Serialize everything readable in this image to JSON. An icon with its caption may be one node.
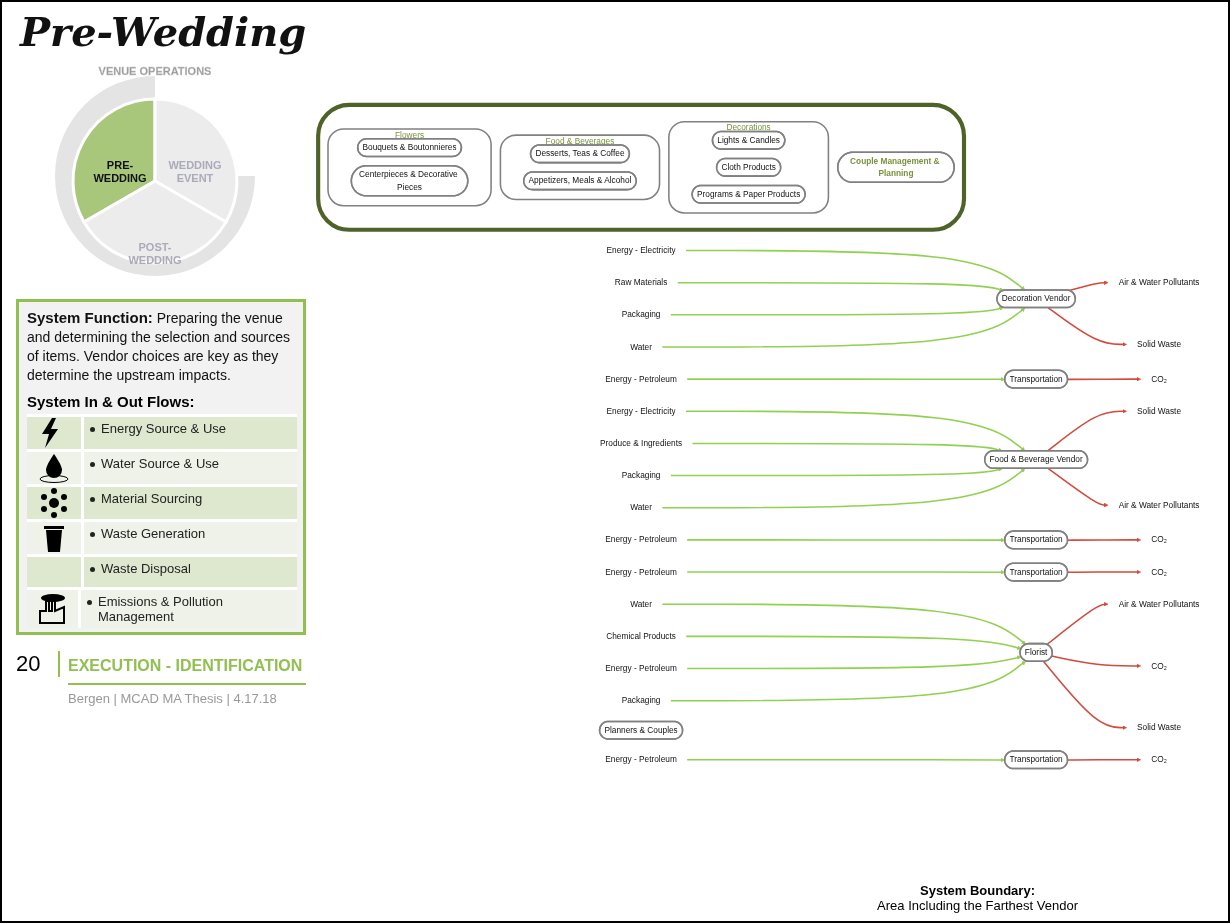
{
  "diagram": {
    "title": "Pre-Wedding",
    "nodes": [
      {
        "text": [
          "Air & Water Pollutants"
        ]
      },
      {
        "text": [
          "Energy - Electricity"
        ]
      },
      {
        "text": [
          "Raw Materials"
        ]
      },
      {
        "text": [
          "Solid Waste"
        ]
      },
      {
        "text": [
          "Packaging"
        ]
      },
      {
        "text": [
          "Water"
        ]
      },
      {
        "text": [
          "Decoration Vendor"
        ]
      },
      {
        "text": [
          "Transportation"
        ]
      },
      {
        "text": [
          "Energy - Petroleum"
        ]
      },
      {
        "text": [
          "CO₂"
        ]
      },
      {
        "text": [
          "Energy - Electricity"
        ]
      },
      {
        "text": [
          "Produce & Ingredients"
        ]
      },
      {
        "text": [
          "Solid Waste"
        ]
      },
      {
        "text": [
          "Packaging"
        ]
      },
      {
        "text": [
          "Air & Water Pollutants"
        ]
      },
      {
        "text": [
          "Food & Beverage Vendor"
        ]
      },
      {
        "text": [
          "Water"
        ]
      },
      {
        "text": [
          "Transportation"
        ]
      },
      {
        "text": [
          "Energy - Petroleum"
        ]
      },
      {
        "text": [
          "CO₂"
        ]
      },
      {
        "text": [
          "Energy - Petroleum"
        ]
      },
      {
        "text": [
          "CO₂"
        ]
      },
      {
        "text": [
          "Transportation"
        ]
      },
      {
        "text": [
          "Air & Water Pollutants"
        ]
      },
      {
        "text": [
          "Water"
        ]
      },
      {
        "text": [
          "Florist"
        ]
      },
      {
        "text": [
          "Chemical Products"
        ]
      },
      {
        "text": [
          "Energy - Petroleum"
        ]
      },
      {
        "text": [
          "CO₂"
        ]
      },
      {
        "text": [
          "Packaging"
        ]
      },
      {
        "text": [
          "Solid Waste"
        ]
      },
      {
        "text": [],
        "shape": "ellipse"
      },
      {
        "text": [
          "Decorations"
        ],
        "in": 31
      },
      {
        "text": [
          "Lights & Candles"
        ],
        "in": 32
      },
      {
        "text": [
          "Cloth Products"
        ],
        "in": 32
      },
      {
        "text": [
          "Programs & Paper Products"
        ],
        "in": 32
      },
      {
        "text": [
          "Food & Beverages"
        ],
        "in": 31
      },
      {
        "text": [
          "Desserts, Teas & Coffee"
        ],
        "in": 36
      },
      {
        "text": [
          "Appetizers, Meals & Alcohol"
        ],
        "in": 36
      },
      {
        "text": [
          "Flowers"
        ],
        "in": 31
      },
      {
        "text": [
          "Bouquets & Boutonnieres"
        ],
        "in": 39
      },
      {
        "text": [
          "Centerpieces & Decorative Pieces"
        ],
        "in": 39
      },
      {
        "text": [
          "Couple Management & Planning"
        ],
        "in": 31
      },
      {
        "text": [
          "Planners & Couples"
        ]
      },
      {
        "text": [
          "Transportation"
        ]
      },
      {
        "text": [
          "Energy - Petroleum"
        ]
      },
      {
        "text": [
          "CO₂"
        ]
      }
    ],
    "edges": [
      {
        "from": 6,
        "to": 0,
        "arrow": "to",
        "color": "#d24b3c"
      },
      {
        "from": 1,
        "to": 6,
        "arrow": "to"
      },
      {
        "from": 2,
        "to": 6,
        "arrow": "to"
      },
      {
        "from": 6,
        "to": 3,
        "arrow": "to",
        "color": "#d24b3c"
      },
      {
        "from": 4,
        "to": 6,
        "arrow": "to"
      },
      {
        "from": 5,
        "to": 6,
        "arrow": "to"
      },
      {
        "from": 8,
        "to": 7,
        "arrow": "to"
      },
      {
        "from": 7,
        "to": 9,
        "arrow": "to",
        "color": "#d24b3c"
      },
      {
        "from": 10,
        "to": 15,
        "arrow": "to"
      },
      {
        "from": 11,
        "to": 15,
        "arrow": "to"
      },
      {
        "from": 15,
        "to": 12,
        "arrow": "to",
        "color": "#d24b3c"
      },
      {
        "from": 13,
        "to": 15,
        "arrow": "to"
      },
      {
        "from": 15,
        "to": 14,
        "arrow": "to",
        "color": "#d24b3c"
      },
      {
        "from": 16,
        "to": 15,
        "arrow": "to"
      },
      {
        "from": 18,
        "to": 17,
        "arrow": "to"
      },
      {
        "from": 17,
        "to": 19,
        "arrow": "to",
        "color": "#d24b3c"
      },
      {
        "from": 20,
        "to": 22,
        "arrow": "to"
      },
      {
        "from": 22,
        "to": 21,
        "arrow": "to",
        "color": "#d24b3c"
      },
      {
        "from": 24,
        "to": 25,
        "arrow": "to"
      },
      {
        "from": 25,
        "to": 23,
        "arrow": "to",
        "color": "#d24b3c"
      },
      {
        "from": 26,
        "to": 25,
        "arrow": "to"
      },
      {
        "from": 27,
        "to": 25,
        "arrow": "to"
      },
      {
        "from": 25,
        "to": 28,
        "arrow": "to",
        "color": "#d24b3c"
      },
      {
        "from": 29,
        "to": 25,
        "arrow": "to"
      },
      {
        "from": 25,
        "to": 30,
        "arrow": "to",
        "color": "#d24b3c"
      },
      {
        "from": 45,
        "to": 44,
        "arrow": "to"
      },
      {
        "from": 44,
        "to": 46,
        "arrow": "to",
        "color": "#d24b3c"
      }
    ],
    "labels": [
      "VENUE OPERATIONS",
      "PRE-WEDDING",
      "WEDDING EVENT",
      "POST-WEDDING",
      "System Function:",
      "Preparing the venue and determining the selection and sources of items. Vendor choices are key as they determine the upstream impacts.",
      "System In & Out Flows:",
      "20",
      "EXECUTION - IDENTIFICATION",
      "Bergen | MCAD MA Thesis | 4.17.18",
      "System Boundary:",
      "Area Including the Farthest Vendor"
    ],
    "legend": [
      {
        "text": "Energy Source & Use"
      },
      {
        "text": "Water Source & Use"
      },
      {
        "text": "Material Sourcing"
      },
      {
        "text": "Waste Generation"
      },
      {
        "text": "Waste Disposal"
      },
      {
        "text": "Emissions & Pollution Management"
      }
    ]
  }
}
